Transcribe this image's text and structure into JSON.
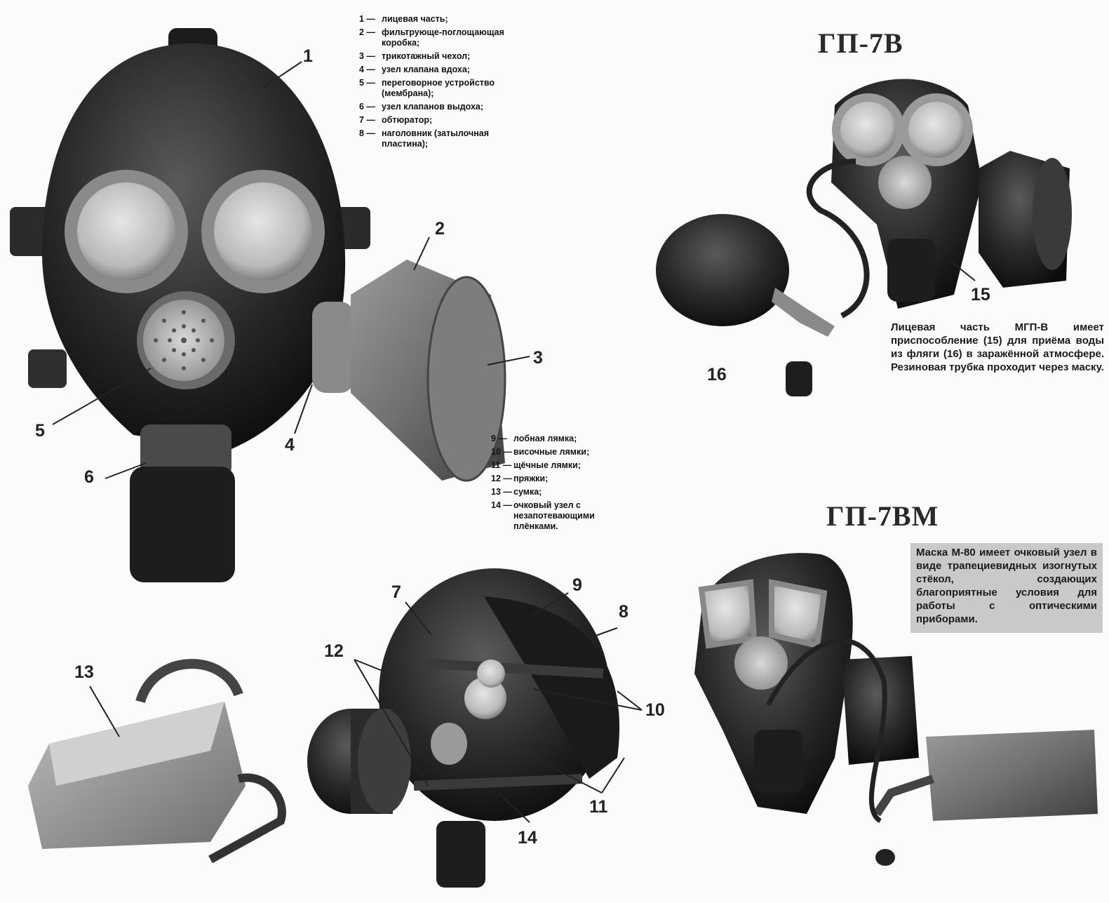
{
  "legend_top": [
    {
      "num": "1 —",
      "text": "лицевая часть;"
    },
    {
      "num": "2 —",
      "text": "фильтрующе-поглощающая коробка;"
    },
    {
      "num": "3 —",
      "text": "трикотажный чехол;"
    },
    {
      "num": "4 —",
      "text": "узел клапана вдоха;"
    },
    {
      "num": "5 —",
      "text": "переговорное устройство (мембрана);"
    },
    {
      "num": "6 —",
      "text": "узел клапанов выдоха;"
    },
    {
      "num": "7 —",
      "text": "обтюратор;"
    },
    {
      "num": "8 —",
      "text": "наголовник (затылочная пластина);"
    }
  ],
  "legend_mid": [
    {
      "num": "9 —",
      "text": "лобная лямка;"
    },
    {
      "num": "10 —",
      "text": "височные лямки;"
    },
    {
      "num": "11 —",
      "text": "щёчные лямки;"
    },
    {
      "num": "12 —",
      "text": "пряжки;"
    },
    {
      "num": "13 —",
      "text": "сумка;"
    },
    {
      "num": "14 —",
      "text": "очковый узел с незапотевающими плёнками."
    }
  ],
  "titles": {
    "gp7v": "ГП-7В",
    "gp7vm": "ГП-7ВМ"
  },
  "notes": {
    "mgpv": "Лицевая часть МГП-В имеет приспособление (15) для приёма воды из фляги (16) в заражённой атмосфере. Резиновая трубка проходит через маску.",
    "m80": "Маска М-80 имеет очковый узел в виде трапециевидных изогнутых стёкол, создающих благоприятные условия для работы с оптическими приборами."
  },
  "callouts": {
    "c1": "1",
    "c2": "2",
    "c3": "3",
    "c4": "4",
    "c5": "5",
    "c6": "6",
    "c7": "7",
    "c8": "8",
    "c9": "9",
    "c10": "10",
    "c11": "11",
    "c12": "12",
    "c13": "13",
    "c14": "14",
    "c15": "15",
    "c16": "16"
  }
}
